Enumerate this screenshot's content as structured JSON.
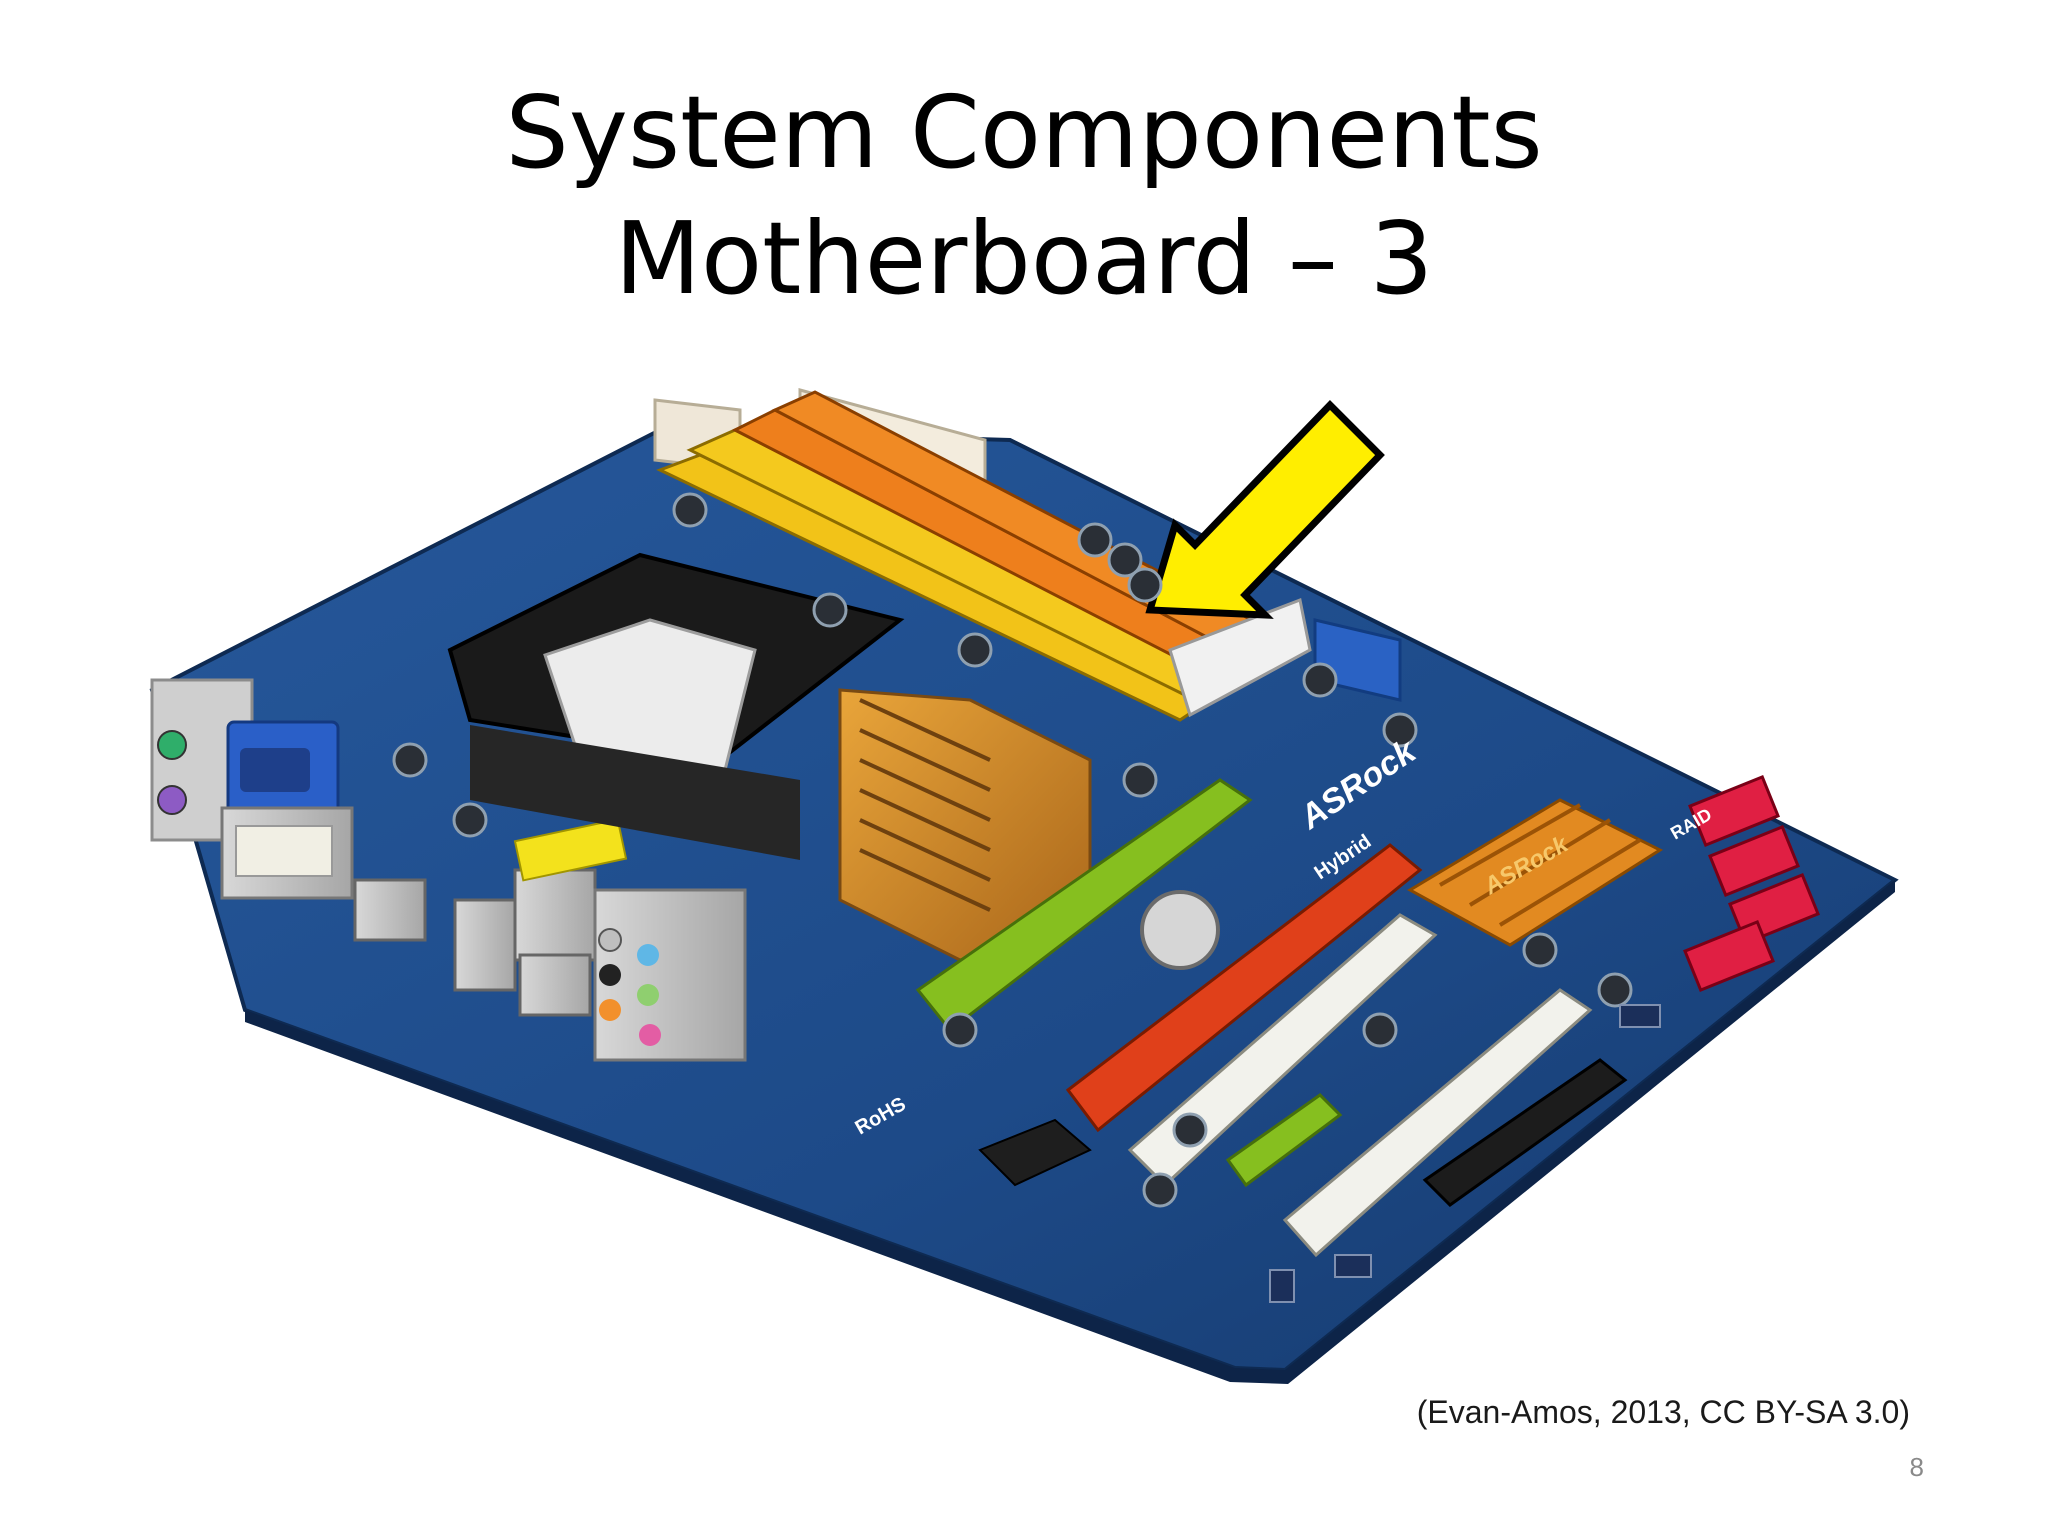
{
  "slide": {
    "title_line1": "System Components",
    "title_line2": "Motherboard – 3",
    "caption": "(Evan-Amos, 2013, CC BY-SA 3.0)",
    "page_number": "8"
  },
  "photo": {
    "subject": "motherboard",
    "board_text": {
      "brand": "ASRock",
      "heatsink_brand": "ASRock",
      "rohs": "RoHS",
      "hybrid": "Hybrid",
      "raid": "RAID"
    }
  },
  "annotation": {
    "arrow_icon": "yellow-arrow-icon",
    "arrow_color": "#ffee00",
    "target": "memory-slots"
  },
  "colors": {
    "board": "#1f4c8c",
    "ram_yellow": "#f2c318",
    "ram_orange": "#ee7f1c",
    "pcie_green": "#86bf1f",
    "pcie_red": "#e0401a",
    "pci_white": "#f2f2ec",
    "sata_red": "#e01f43"
  }
}
